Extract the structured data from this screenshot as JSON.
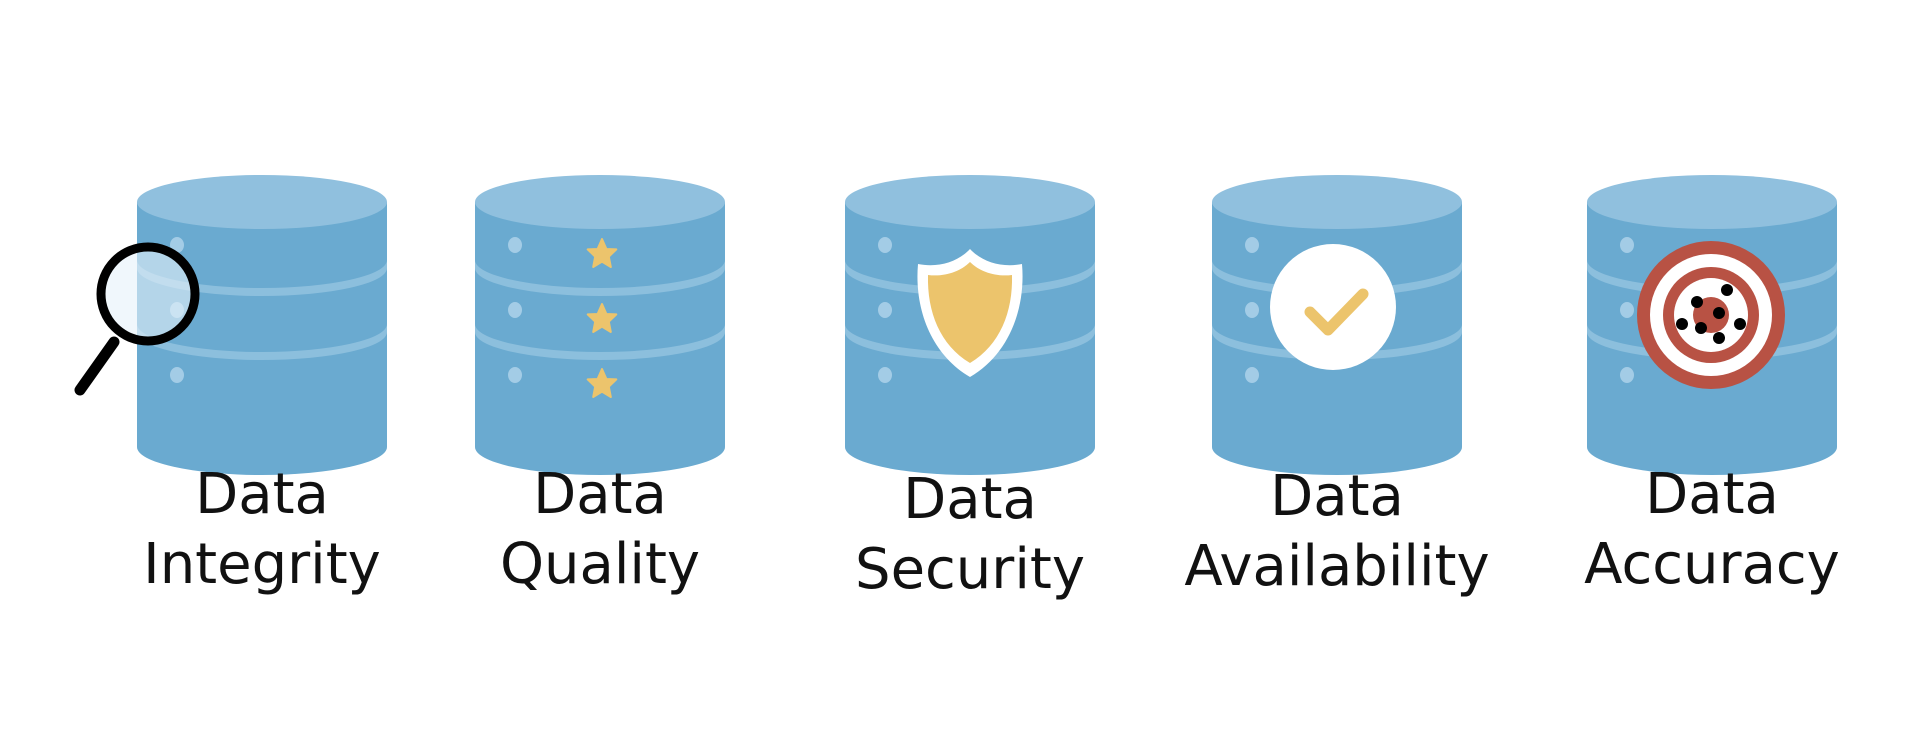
{
  "colors": {
    "cylinder_top": "#90c0de",
    "cylinder_body": "#6aaad0",
    "cylinder_band": "#8cbfdd",
    "indicator_dot": "#a3cce6",
    "accent_yellow": "#ecc46c",
    "target_red": "#b85244",
    "text": "#111111"
  },
  "items": [
    {
      "line1": "Data",
      "line2": "Integrity",
      "icon": "magnifier-icon"
    },
    {
      "line1": "Data",
      "line2": "Quality",
      "icon": "star-icon"
    },
    {
      "line1": "Data",
      "line2": "Security",
      "icon": "shield-icon"
    },
    {
      "line1": "Data",
      "line2": "Availability",
      "icon": "checkmark-icon"
    },
    {
      "line1": "Data",
      "line2": "Accuracy",
      "icon": "target-icon"
    }
  ]
}
